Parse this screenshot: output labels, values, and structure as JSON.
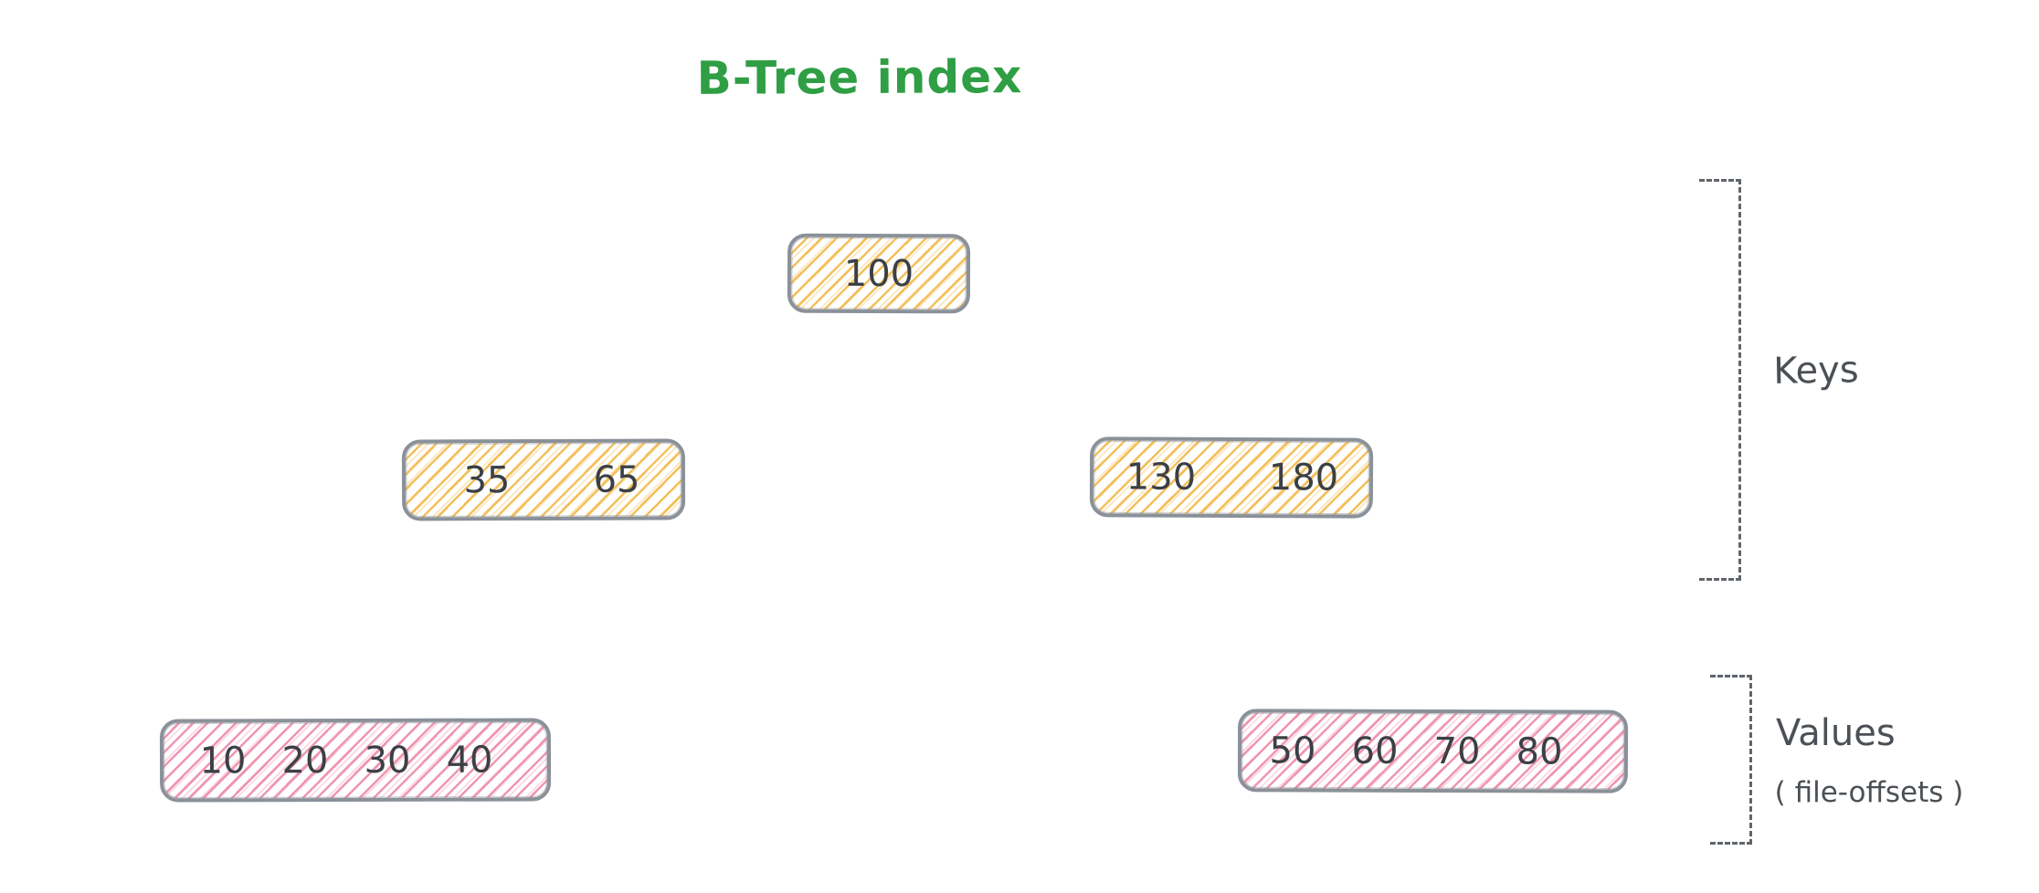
{
  "title": "B-Tree index",
  "colors": {
    "title_green": "#2f9e44",
    "node_border": "#8b9199",
    "keys_hatch": "#f2b84b",
    "values_hatch": "#ee84a4",
    "node_text": "#3b4046",
    "annotation_text": "#4b5056"
  },
  "tree": {
    "root": {
      "keys": [
        "100"
      ]
    },
    "internal": [
      {
        "keys": [
          "35",
          "65"
        ]
      },
      {
        "keys": [
          "130",
          "180"
        ]
      }
    ],
    "leaves": [
      {
        "values": [
          "10",
          "20",
          "30",
          "40"
        ]
      },
      {
        "values": [
          "50",
          "60",
          "70",
          "80"
        ]
      }
    ]
  },
  "annotations": {
    "keys": {
      "label": "Keys"
    },
    "values": {
      "label": "Values",
      "sublabel": "( file-offsets )"
    }
  }
}
